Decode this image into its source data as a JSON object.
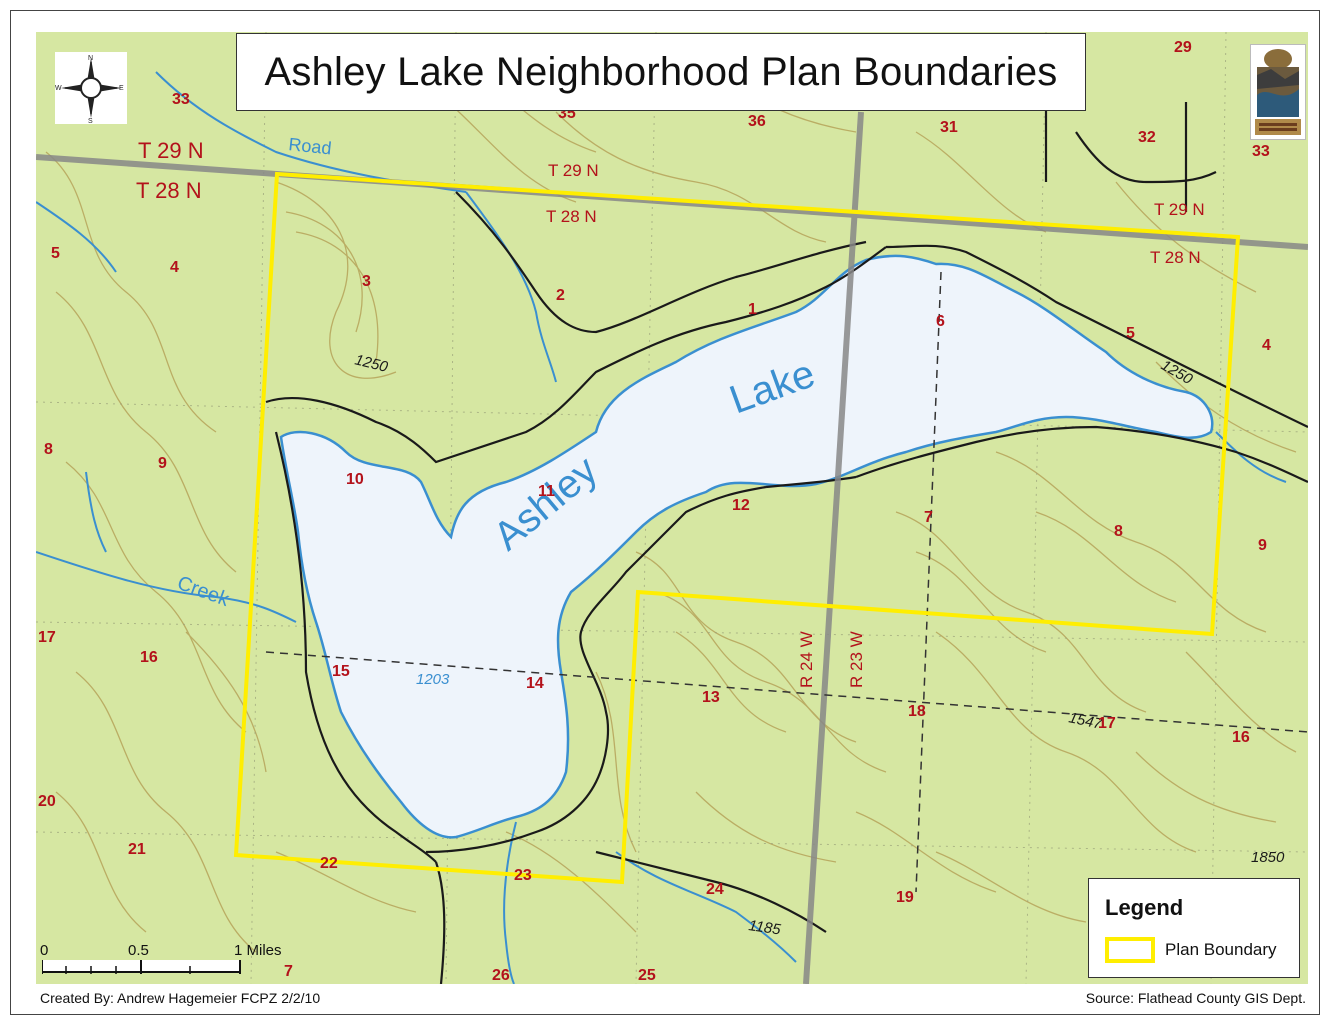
{
  "map": {
    "title": "Ashley Lake Neighborhood Plan Boundaries",
    "colors": {
      "terrain": "#d6e7a2",
      "lake": "#eef4fb",
      "boundary": "#ffee00",
      "section_label": "#b3121b",
      "stream": "#3a8fd0",
      "road": "#1a1a1a",
      "township_line": "#888888"
    },
    "compass": {
      "north": "N",
      "south": "S",
      "east": "E",
      "west": "W"
    },
    "water_labels": {
      "lake_word1": "Ashley",
      "lake_word2": "Lake",
      "creek": "Creek",
      "road_text": "Road"
    },
    "township_labels": {
      "t29n_west": "T 29 N",
      "t28n_west": "T 28 N",
      "t29n_center": "T 29 N",
      "t28n_center": "T 28 N",
      "t29n_east": "T 29 N",
      "t28n_east": "T 28 N",
      "r24w": "R 24 W",
      "r23w": "R 23 W"
    },
    "elevation_labels": {
      "e1": "1250",
      "e2": "1250",
      "e3": "1203",
      "e4": "1547",
      "e5": "1850",
      "e6": "1185"
    },
    "sections": {
      "s33w": "33",
      "s35": "35",
      "s36": "36",
      "s31": "31",
      "s32": "32",
      "s33e": "33",
      "s29": "29",
      "s5w": "5",
      "s4w": "4",
      "s3": "3",
      "s2": "2",
      "s1": "1",
      "s6": "6",
      "s5e": "5",
      "s4e": "4",
      "s8w": "8",
      "s9w": "9",
      "s10": "10",
      "s11": "11",
      "s12": "12",
      "s7": "7",
      "s8e": "8",
      "s9e": "9",
      "s17w": "17",
      "s16w": "16",
      "s15": "15",
      "s14": "14",
      "s13": "13",
      "s18": "18",
      "s17e": "17",
      "s16e": "16",
      "s20": "20",
      "s21": "21",
      "s22": "22",
      "s23": "23",
      "s24": "24",
      "s19": "19",
      "s26": "26",
      "s25": "25",
      "s7b": "7"
    },
    "legend": {
      "title": "Legend",
      "item_label": "Plan Boundary"
    },
    "scale": {
      "zero": "0",
      "half": "0.5",
      "one": "1 Miles"
    },
    "credit": "Created By: Andrew Hagemeier FCPZ 2/2/10",
    "source": "Source: Flathead County GIS Dept."
  }
}
